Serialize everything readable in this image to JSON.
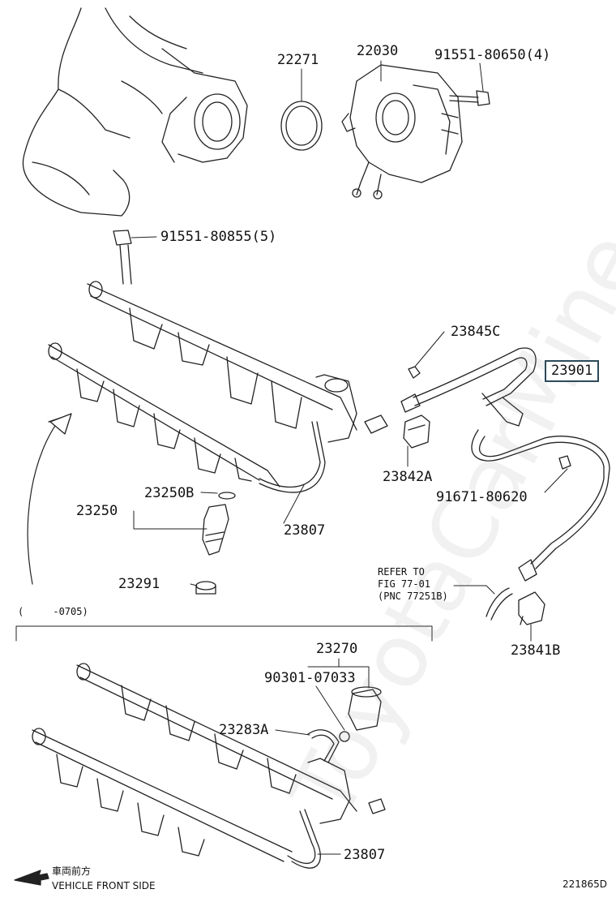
{
  "watermark": "ToyotaCarMine.ru",
  "diagram_code": "221865D",
  "range_note": "(     -0705)",
  "refer_note": {
    "line1": "REFER TO",
    "line2": "FIG 77-01",
    "line3": "(PNC 77251B)"
  },
  "front_side": {
    "jp": "車両前方",
    "en": "VEHICLE FRONT SIDE"
  },
  "parts": {
    "p22271": "22271",
    "p22030": "22030",
    "p91551_80650": "91551-80650(4)",
    "p91551_80855": "91551-80855(5)",
    "p23845C": "23845C",
    "p23901": "23901",
    "p23842A": "23842A",
    "p91671_80620": "91671-80620",
    "p23250B": "23250B",
    "p23250": "23250",
    "p23807_top": "23807",
    "p23291": "23291",
    "p23841B": "23841B",
    "p23270": "23270",
    "p90301_07033": "90301-07033",
    "p23283A": "23283A",
    "p23807_bottom": "23807"
  },
  "colors": {
    "line": "#222222",
    "highlight_border": "#2d4a5a",
    "watermark": "#969696"
  }
}
